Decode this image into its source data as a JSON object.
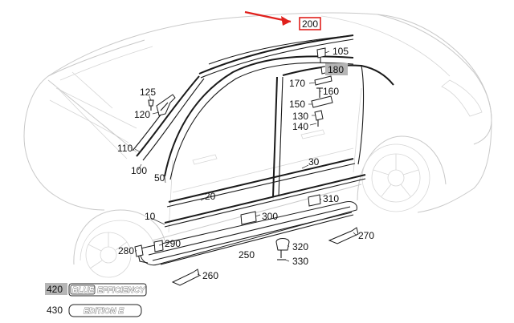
{
  "callouts": {
    "c200": "200",
    "c105": "105",
    "c180": "180",
    "c125": "125",
    "c170": "170",
    "c160": "160",
    "c150": "150",
    "c120": "120",
    "c130": "130",
    "c140": "140",
    "c110": "110",
    "c100": "100",
    "c50": "50",
    "c30": "30",
    "c20": "20",
    "c310": "310",
    "c10": "10",
    "c300": "300",
    "c270": "270",
    "c290": "290",
    "c280": "280",
    "c320": "320",
    "c250": "250",
    "c330": "330",
    "c260": "260",
    "c420": "420",
    "c430": "430"
  },
  "badges": {
    "blue_part1": "BLUE",
    "blue_part2": "EFFICIENCY",
    "edition": "EDITION E"
  },
  "highlight_color": "#b5b5b5",
  "arrow_color": "#e0201c"
}
